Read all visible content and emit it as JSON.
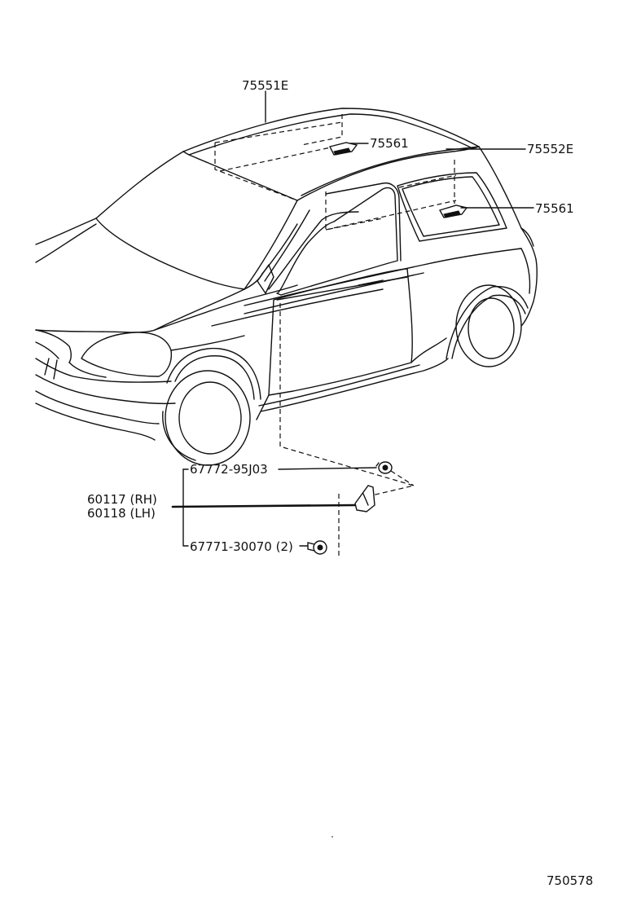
{
  "labels": {
    "roof_molding_lh": "75551E",
    "clip_front": "75561",
    "roof_molding_rh": "75552E",
    "clip_rear": "75561",
    "clip_part": "67772-95J03",
    "mudguard_rh": "60117 (RH)",
    "mudguard_lh": "60118 (LH)",
    "screw_part": "67771-30070 (2)",
    "figure_number": "750578"
  }
}
